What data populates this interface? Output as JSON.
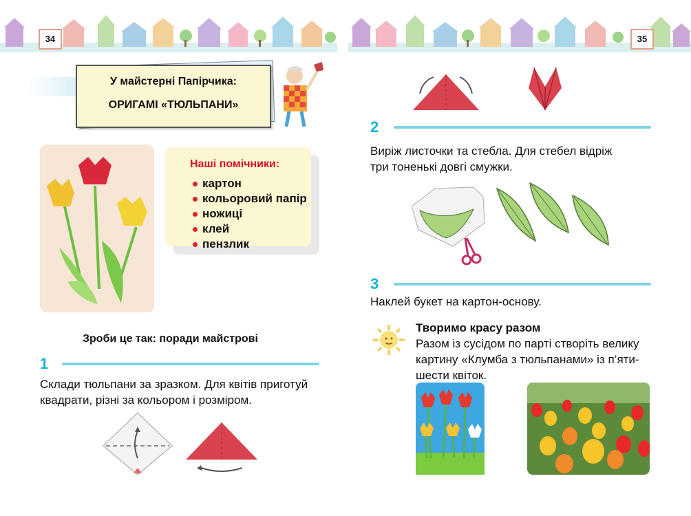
{
  "header": {
    "left_page": "34",
    "right_page": "35"
  },
  "title_box": {
    "line1": "У майстерні Папірчика:",
    "line2": "ОРИГАМІ «ТЮЛЬПАНИ»"
  },
  "helpers": {
    "heading": "Наші помічники:",
    "items": [
      "картон",
      "кольоровий папір",
      "ножиці",
      "клей",
      "пензлик"
    ]
  },
  "advice_heading": "Зроби це так: поради майстрові",
  "steps": [
    {
      "number": "1",
      "text_lines": [
        "Склади тюльпани за зразком. Для квітів приготуй",
        "квадрати, різні за кольором і розміром."
      ]
    },
    {
      "number": "2",
      "text_lines": [
        "Виріж листочки та стебла. Для стебел відріж",
        "три тоненькі довгі смужки."
      ]
    },
    {
      "number": "3",
      "text_lines": [
        "Наклей букет на картон-основу."
      ]
    }
  ],
  "together": {
    "heading": "Творимо красу разом",
    "lines": [
      "Разом із сусідом по парті створіть велику",
      "картину «Клумба з тюльпанами» із п’яти-",
      "шести квіток."
    ]
  },
  "colors": {
    "accent": "#19b6cf",
    "title_red": "#d8102a",
    "tulip_red": "#d9434f",
    "panel": "#fbf7d3"
  }
}
